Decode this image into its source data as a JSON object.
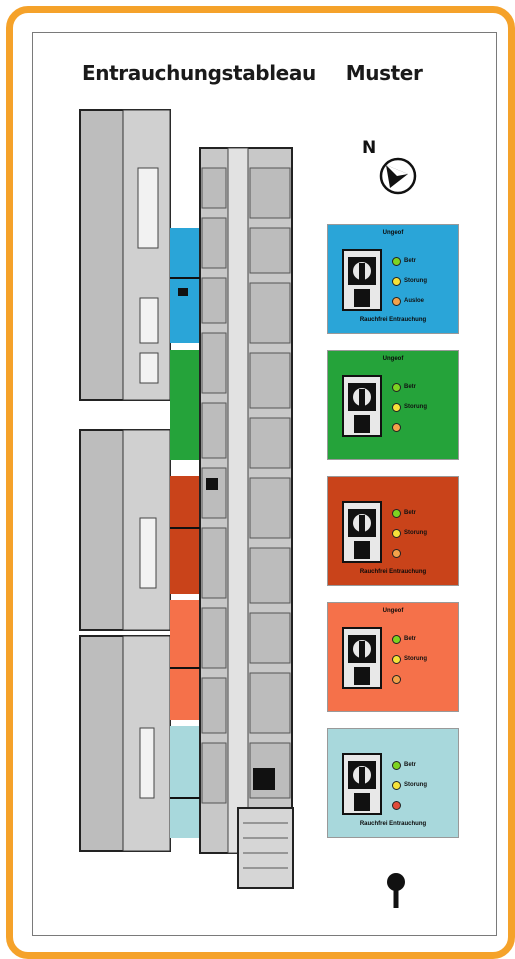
{
  "title": {
    "main": "Entrauchungstableau",
    "suffix": "Muster"
  },
  "compass": {
    "label": "N",
    "icon": "compass-icon"
  },
  "panels": [
    {
      "color": "#2aa5d8",
      "title": "Ungeof",
      "footer": "Rauchfrei Entrauchung",
      "lamps": [
        {
          "label": "Betr",
          "color": "#7ed321"
        },
        {
          "label": "Storung",
          "color": "#f5e23a"
        },
        {
          "label": "Ausloe",
          "color": "#f2a24a"
        }
      ]
    },
    {
      "color": "#25a33a",
      "title": "Ungeof",
      "footer": "",
      "lamps": [
        {
          "label": "Betr",
          "color": "#7ed321"
        },
        {
          "label": "Storung",
          "color": "#f5e23a"
        },
        {
          "label": "",
          "color": "#f2a24a"
        }
      ]
    },
    {
      "color": "#c9431a",
      "title": "",
      "footer": "Rauchfrei Entrauchung",
      "lamps": [
        {
          "label": "Betr",
          "color": "#7ed321"
        },
        {
          "label": "Storung",
          "color": "#f5e23a"
        },
        {
          "label": "",
          "color": "#f2a24a"
        }
      ]
    },
    {
      "color": "#f5714a",
      "title": "Ungeof",
      "footer": "",
      "lamps": [
        {
          "label": "Betr",
          "color": "#7ed321"
        },
        {
          "label": "Storung",
          "color": "#f5e23a"
        },
        {
          "label": "",
          "color": "#f2a24a"
        }
      ]
    },
    {
      "color": "#a8d8dc",
      "title": "",
      "footer": "Rauchfrei Entrauchung",
      "lamps": [
        {
          "label": "Betr",
          "color": "#7ed321"
        },
        {
          "label": "Storung",
          "color": "#f5e23a"
        },
        {
          "label": "",
          "color": "#e04a3a"
        }
      ]
    }
  ],
  "zones": [
    {
      "name": "zone-blue",
      "color": "#2aa5d8"
    },
    {
      "name": "zone-green",
      "color": "#25a33a"
    },
    {
      "name": "zone-red",
      "color": "#c9431a"
    },
    {
      "name": "zone-orange",
      "color": "#f5714a"
    },
    {
      "name": "zone-lightblue",
      "color": "#a8d8dc"
    }
  ],
  "key": {
    "icon": "key-icon"
  }
}
